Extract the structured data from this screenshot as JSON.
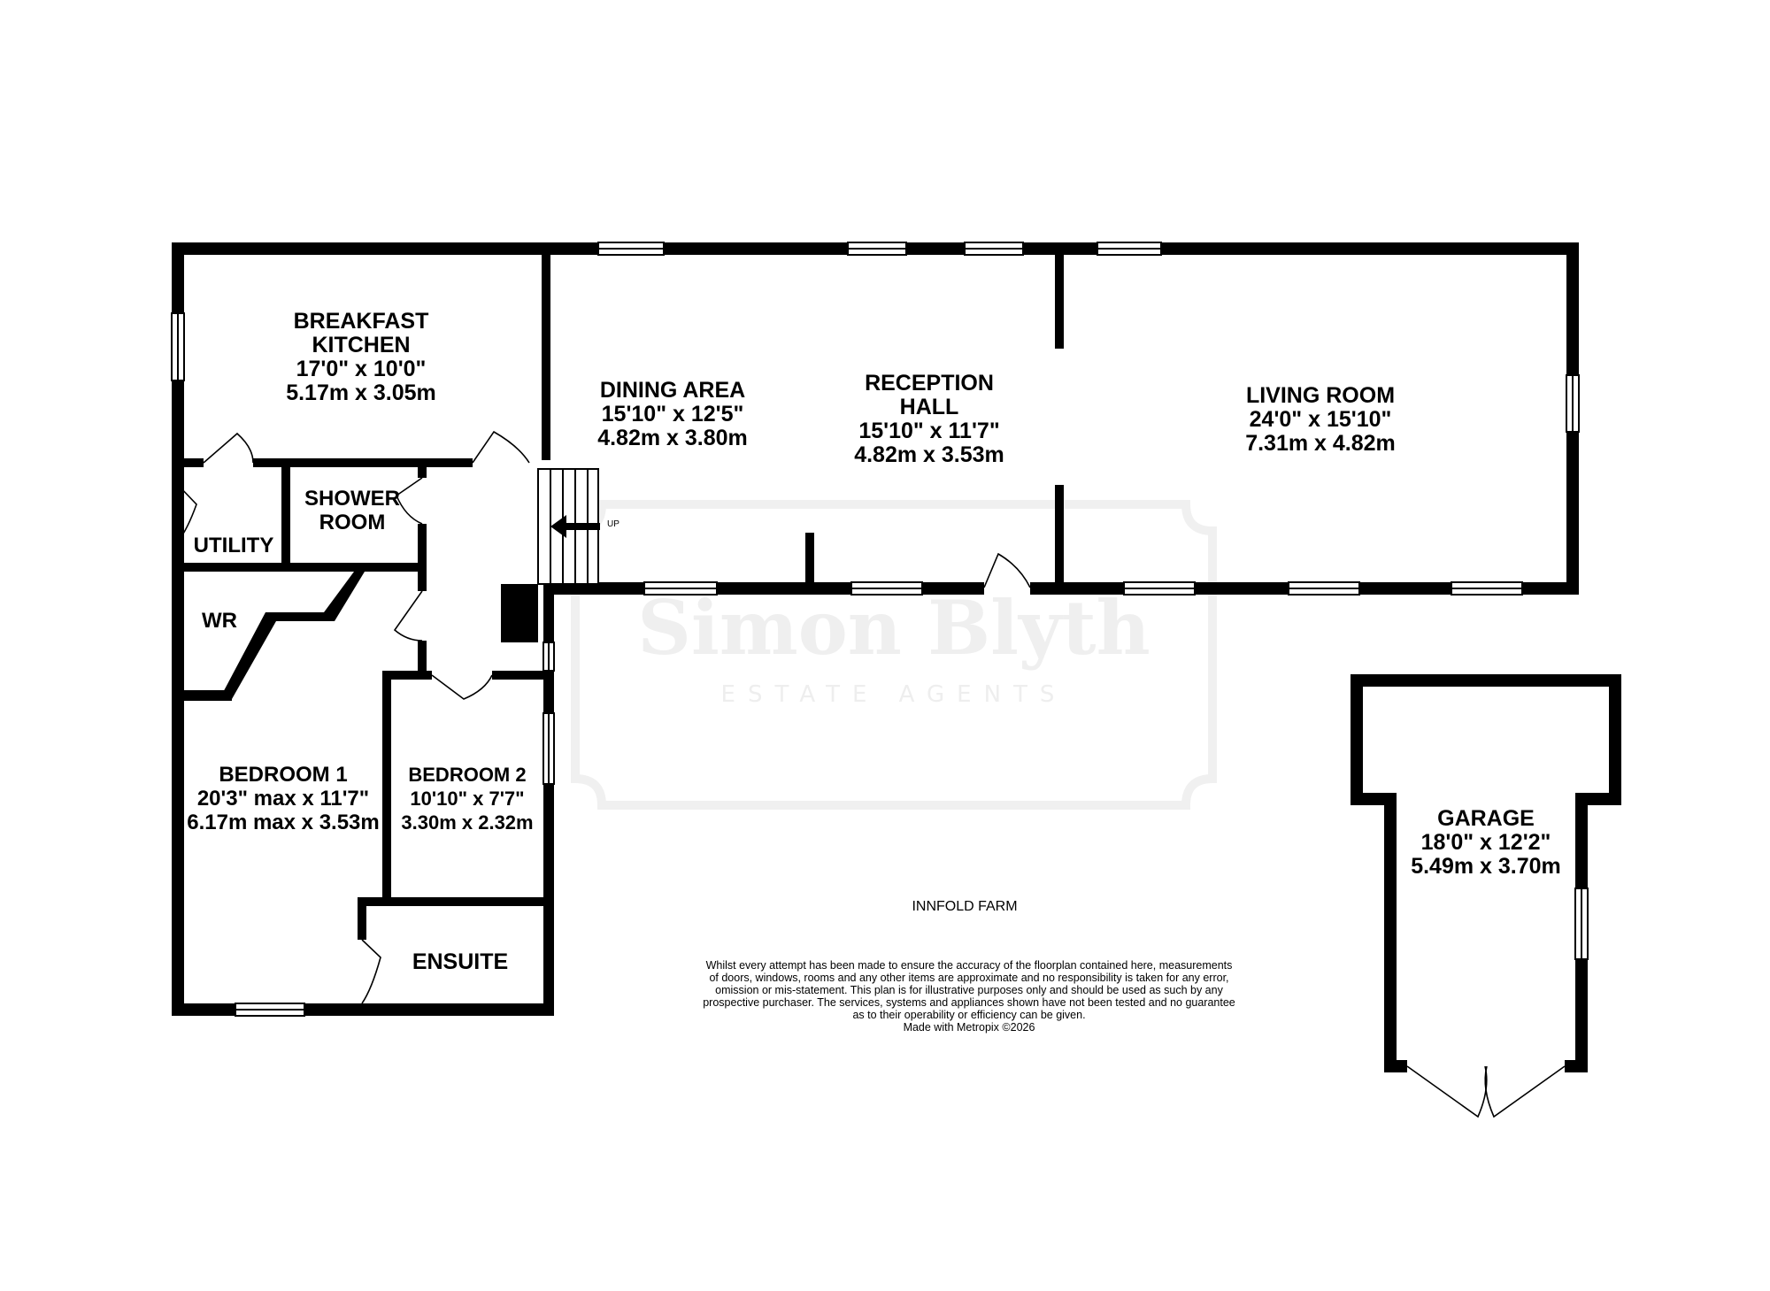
{
  "watermark": {
    "name": "Simon Blyth",
    "subtitle": "ESTATE AGENTS"
  },
  "rooms": {
    "breakfast_kitchen": {
      "name_line1": "BREAKFAST",
      "name_line2": "KITCHEN",
      "imperial": "17'0\"  x 10'0\"",
      "metric": "5.17m  x 3.05m"
    },
    "dining_area": {
      "name": "DINING AREA",
      "imperial": "15'10\"  x 12'5\"",
      "metric": "4.82m  x 3.80m"
    },
    "reception_hall": {
      "name_line1": "RECEPTION",
      "name_line2": "HALL",
      "imperial": "15'10\"  x 11'7\"",
      "metric": "4.82m  x 3.53m"
    },
    "living_room": {
      "name": "LIVING ROOM",
      "imperial": "24'0\"  x 15'10\"",
      "metric": "7.31m  x 4.82m"
    },
    "shower_room": {
      "name_line1": "SHOWER",
      "name_line2": "ROOM"
    },
    "utility": {
      "name": "UTILITY"
    },
    "wr": {
      "name": "WR"
    },
    "bedroom_1": {
      "name": "BEDROOM 1",
      "imperial": "20'3\" max x 11'7\"",
      "metric": "6.17m max x 3.53m"
    },
    "bedroom_2": {
      "name": "BEDROOM 2",
      "imperial": "10'10\"  x 7'7\"",
      "metric": "3.30m  x 2.32m"
    },
    "ensuite": {
      "name": "ENSUITE"
    },
    "garage": {
      "name": "GARAGE",
      "imperial": "18'0\"  x 12'2\"",
      "metric": "5.49m  x 3.70m"
    }
  },
  "stairs_label": "UP",
  "property_name": "INNFOLD FARM",
  "disclaimer": {
    "line1": "Whilst every attempt has been made to ensure the accuracy of the floorplan contained here, measurements",
    "line2": "of doors, windows, rooms and any other items are approximate and no responsibility is taken for any error,",
    "line3": "omission or mis-statement. This plan is for illustrative purposes only and should be used as such by any",
    "line4": "prospective purchaser. The services, systems and appliances shown have not been tested and no guarantee",
    "line5": "as to their operability or efficiency can be given.",
    "line6": "Made with Metropix ©2026"
  }
}
